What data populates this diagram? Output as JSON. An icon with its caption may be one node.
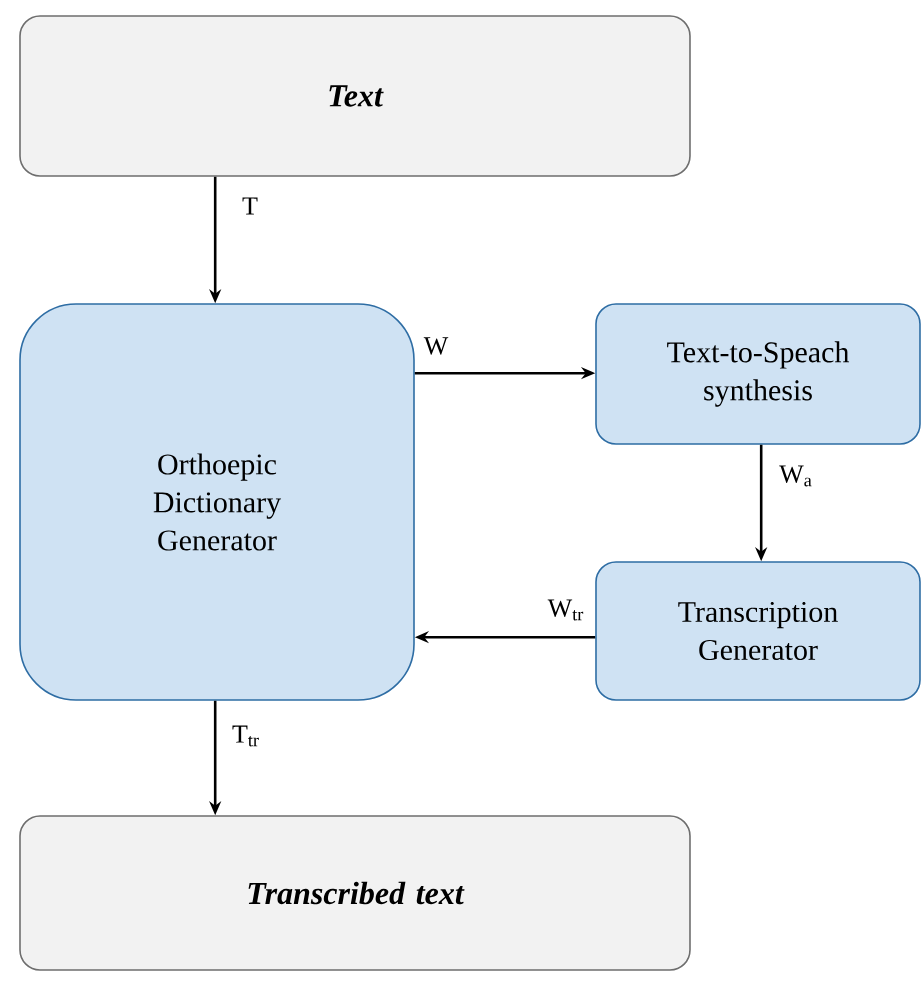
{
  "diagram": {
    "nodes": [
      {
        "text": [
          "Text"
        ]
      },
      {
        "text": [
          "Orthoepic Dictionary Generator"
        ]
      },
      {
        "text": [
          "Text-to-Speach synthesis"
        ]
      },
      {
        "text": [
          "Transcription Generator"
        ]
      },
      {
        "text": [
          "Transcribed text"
        ]
      }
    ],
    "edges": [
      {
        "from": 0,
        "to": 1,
        "arrow": "to",
        "label": "T"
      },
      {
        "from": 1,
        "to": 2,
        "arrow": "to",
        "label": "W"
      },
      {
        "from": 2,
        "to": 3,
        "arrow": "to",
        "label": "W$_{a}$"
      },
      {
        "from": 3,
        "to": 1,
        "arrow": "to",
        "label": "W$_{tr}$"
      },
      {
        "from": 1,
        "to": 4,
        "arrow": "to",
        "label": "T$_{tr}$"
      }
    ]
  }
}
